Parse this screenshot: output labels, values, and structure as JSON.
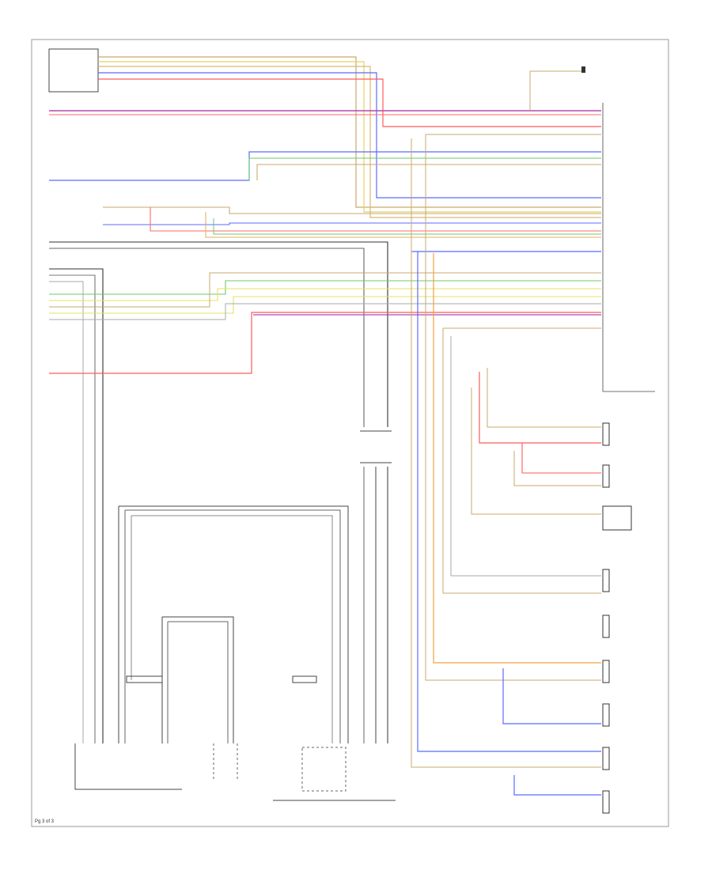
{
  "diagram": {
    "frame_label": "Pg 3 of 3",
    "colors": {
      "tan": "#c9a96e",
      "yellow": "#e8e060",
      "blue": "#5a6bff",
      "red": "#ff5a5a",
      "violet": "#b04ab0",
      "green": "#6dc96d",
      "orange": "#f0a040",
      "black": "#222222",
      "gray": "#999999",
      "white": "#cccccc"
    },
    "components": [
      {
        "id": "radio-module",
        "label": ""
      },
      {
        "id": "main-connector",
        "label": ""
      },
      {
        "id": "antenna-amplifier",
        "label": ""
      },
      {
        "id": "left-speakers",
        "label": ""
      },
      {
        "id": "right-speakers",
        "label": ""
      },
      {
        "id": "rear-speakers",
        "label": ""
      },
      {
        "id": "rear-coaxial-amplifier",
        "label": ""
      },
      {
        "id": "sound-module",
        "label": ""
      }
    ],
    "wires": [
      {
        "name": "tan-wire",
        "color_key": "tan"
      },
      {
        "name": "yellow-wire",
        "color_key": "yellow"
      },
      {
        "name": "blue-wire",
        "color_key": "blue"
      },
      {
        "name": "red-wire",
        "color_key": "red"
      },
      {
        "name": "violet-wire",
        "color_key": "violet"
      },
      {
        "name": "green-wire",
        "color_key": "green"
      },
      {
        "name": "orange-wire",
        "color_key": "orange"
      },
      {
        "name": "black-wire",
        "color_key": "black"
      },
      {
        "name": "gray-wire",
        "color_key": "gray"
      }
    ]
  }
}
